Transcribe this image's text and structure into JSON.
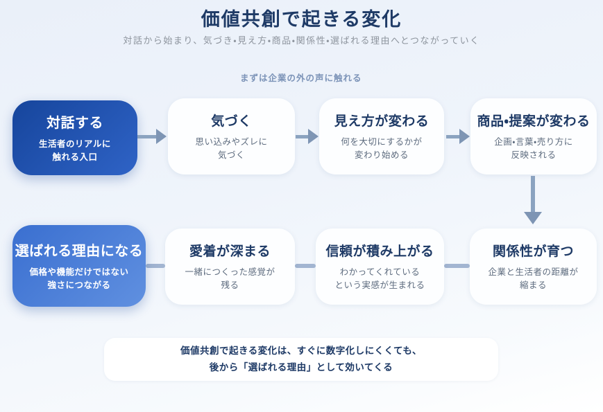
{
  "page": {
    "title": "価値共創で起きる変化",
    "subtitle": "対話から始まり、気づき・見え方・商品・関係性・選ばれる理由へとつながっていく",
    "stage_label": "まずは企業の外の声に触れる"
  },
  "flow": {
    "row1": [
      {
        "title": "対話する",
        "desc": "生活者のリアルに\n触れる入口"
      },
      {
        "title": "気づく",
        "desc": "思い込みやズレに\n気づく"
      },
      {
        "title": "見え方が変わる",
        "desc": "何を大切にするかが\n変わり始める"
      },
      {
        "title": "商品・提案が変わる",
        "desc": "企画・言葉・売り方に\n反映される"
      }
    ],
    "row2": [
      {
        "title": "関係性が育つ",
        "desc": "企業と生活者の距離が\n縮まる"
      },
      {
        "title": "信頼が積み上がる",
        "desc": "わかってくれている\nという実感が生まれる"
      },
      {
        "title": "愛着が深まる",
        "desc": "一緒につくった感覚が\n残る"
      },
      {
        "title": "選ばれる理由になる",
        "desc": "価格や機能だけではない\n強さにつながる"
      }
    ]
  },
  "note": {
    "line1": "価値共創で起きる変化は、すぐに数字化しにくくても、",
    "line2": "後から「選ばれる理由」として効いてくる"
  },
  "colors": {
    "background_top": "#eaf0f9",
    "background_bottom": "#ffffff",
    "heading_navy": "#1e3a66",
    "subtitle_gray": "#8d949d",
    "stage_label_blue": "#7d94b8",
    "primary_box_dark": "#16459c",
    "primary_box_light": "#6090e0",
    "card_white": "#fdfeff",
    "arrow_blue_gray": "#7e95b4",
    "connector_line": "#a2b5d1"
  }
}
